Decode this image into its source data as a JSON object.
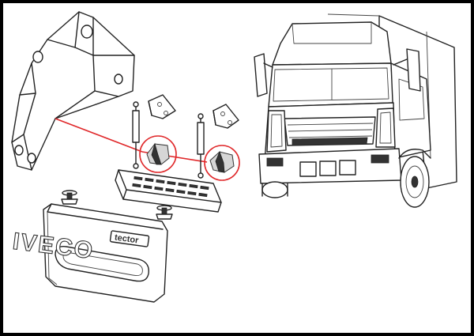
{
  "brand": {
    "logo_text": "IVECO",
    "model_badge": "tector"
  },
  "colors": {
    "highlight": "#e0282a",
    "line": "#222222",
    "background": "#ffffff",
    "frame": "#000000"
  },
  "parts": [
    {
      "name": "mounting-bracket-enlarged"
    },
    {
      "name": "hinge-bracket-left",
      "highlighted": true
    },
    {
      "name": "hinge-bracket-right",
      "highlighted": true
    },
    {
      "name": "gas-strut-left"
    },
    {
      "name": "gas-strut-right"
    },
    {
      "name": "mounting-plate-left"
    },
    {
      "name": "mounting-plate-right"
    },
    {
      "name": "radiator-grille"
    },
    {
      "name": "grille-latch-left"
    },
    {
      "name": "grille-latch-right"
    },
    {
      "name": "front-panel-cover"
    },
    {
      "name": "truck-cab"
    }
  ]
}
